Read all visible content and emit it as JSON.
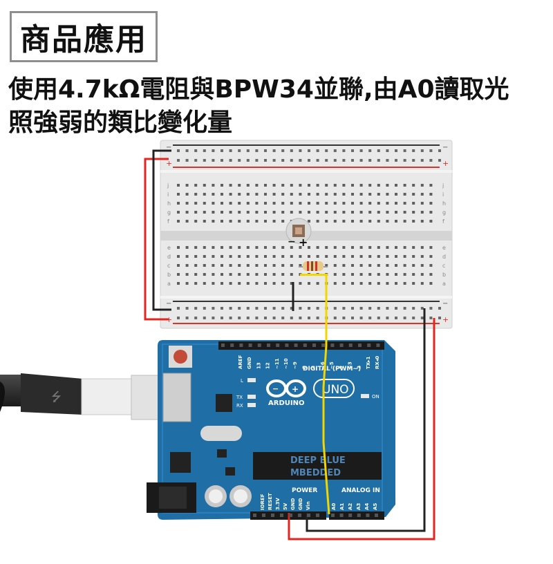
{
  "header": {
    "title": "商品應用",
    "description_line1": "使用4.7kΩ電阻與BPW34並聯,由A0讀取光",
    "description_line2": "照強弱的類比變化量"
  },
  "breadboard": {
    "row_letters_top": [
      "j",
      "i",
      "h",
      "g",
      "f"
    ],
    "row_letters_bottom": [
      "e",
      "d",
      "c",
      "b",
      "a"
    ],
    "rail_minus": "−",
    "rail_plus": "+",
    "column_count": 30
  },
  "arduino": {
    "logo_text": "ARDUINO",
    "model": "UNO",
    "digital_label": "DIGITAL (PWM~)",
    "power_label": "POWER",
    "analog_label": "ANALOG IN",
    "analog_pins": [
      "A0",
      "A1",
      "A2",
      "A3",
      "A4",
      "A5"
    ],
    "power_pins": [
      "IOREF",
      "RESET",
      "3.3V",
      "5V",
      "GND",
      "GND",
      "Vin"
    ],
    "led_labels": [
      "L",
      "TX",
      "RX"
    ],
    "on_label": "ON",
    "digital_pins": [
      "AREF",
      "GND",
      "13",
      "12",
      "~11",
      "~10",
      "~9",
      "8",
      "7",
      "~6",
      "~5",
      "4",
      "~3",
      "2",
      "TX▸1",
      "RX◂0"
    ],
    "chip_brand_1": "DEEP BLUE",
    "chip_brand_2": "MBEDDED"
  },
  "photodiode_polarity": {
    "minus": "−",
    "plus": "+"
  },
  "colors": {
    "board_blue": "#1f6fa6",
    "wire_red": "#e0261f",
    "wire_black": "#222222",
    "wire_yellow": "#f2d600",
    "rail_red": "#d9342b"
  }
}
